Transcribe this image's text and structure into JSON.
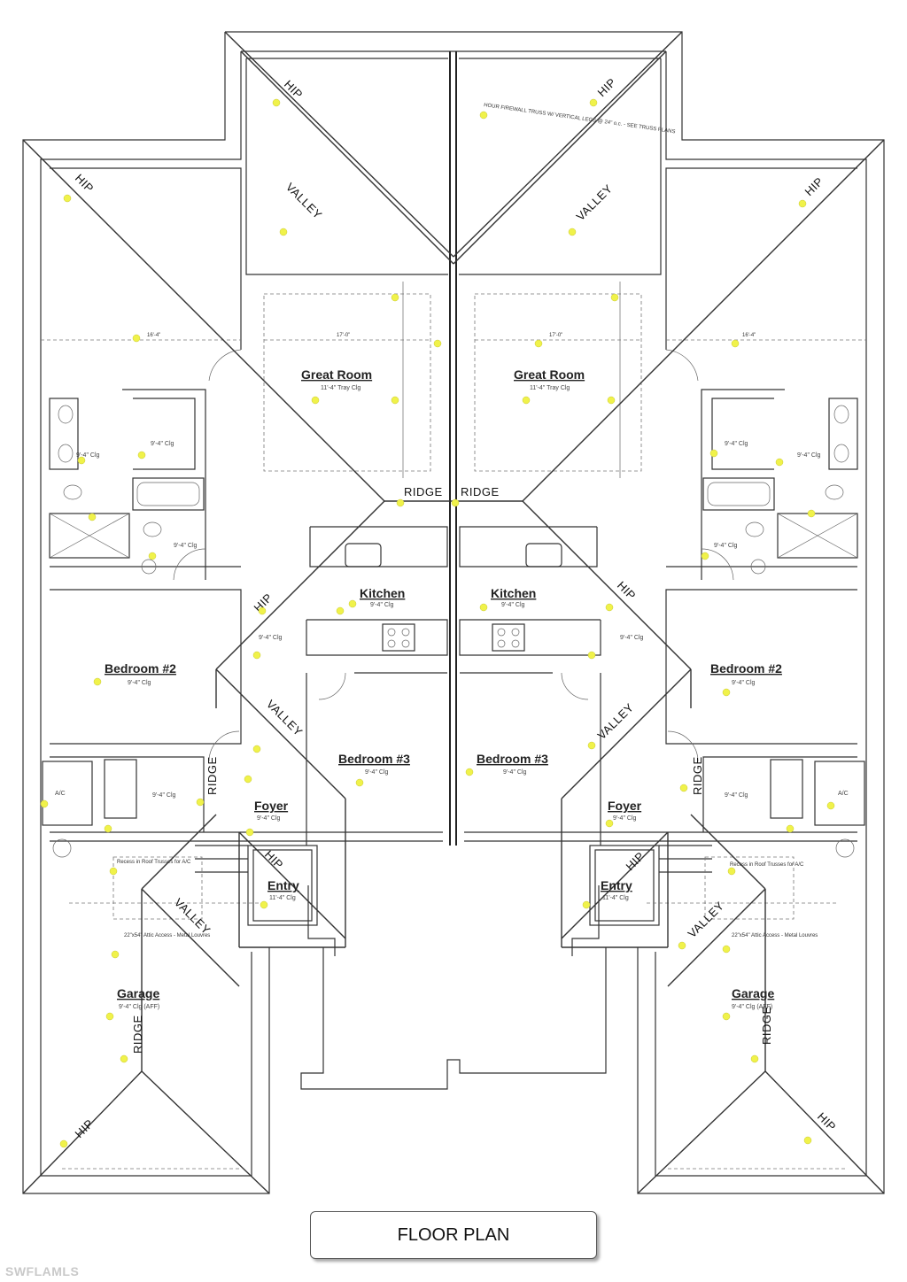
{
  "plan": {
    "roof_labels": {
      "hip": "HIP",
      "valley": "VALLEY",
      "ridge": "RIDGE"
    },
    "firewall_note": "HOUR FIREWALL TRUSS W/ VERTICAL LEGS @ 24\" o.c. - SEE TRUSS PLANS",
    "left_unit": {
      "great_room": "Great Room",
      "great_room_ceiling": "11'-4\" Tray Clg",
      "kitchen": "Kitchen",
      "kitchen_ceiling": "9'-4\" Clg",
      "bedroom2": "Bedroom #2",
      "bedroom2_ceiling": "9'-4\" Clg",
      "bedroom3": "Bedroom #3",
      "bedroom3_ceiling": "9'-4\" Clg",
      "foyer": "Foyer",
      "foyer_ceiling": "9'-4\" Clg",
      "entry": "Entry",
      "entry_ceiling": "11'-4\" Clg",
      "garage": "Garage",
      "garage_ceiling": "9'-4\" Clg (AFF)",
      "ac": "A/C",
      "recess_note": "Recess in Roof Trusses for A/C",
      "attic_note": "22\"x54\" Attic Access - Metal Louvres",
      "bath_ceiling": "9'-4\" Clg"
    },
    "right_unit": {
      "great_room": "Great Room",
      "great_room_ceiling": "11'-4\" Tray Clg",
      "kitchen": "Kitchen",
      "kitchen_ceiling": "9'-4\" Clg",
      "bedroom2": "Bedroom #2",
      "bedroom2_ceiling": "9'-4\" Clg",
      "bedroom3": "Bedroom #3",
      "bedroom3_ceiling": "9'-4\" Clg",
      "foyer": "Foyer",
      "foyer_ceiling": "9'-4\" Clg",
      "entry": "Entry",
      "entry_ceiling": "11'-4\" Clg",
      "garage": "Garage",
      "garage_ceiling": "9'-4\" Clg (AFF)",
      "ac": "A/C",
      "recess_note": "Recess in Roof Trusses for A/C",
      "attic_note": "22\"x54\" Attic Access - Metal Louvres",
      "bath_ceiling": "9'-4\" Clg"
    },
    "dimension_labels": {
      "great_room_width": "17'-0\"",
      "bedroom_width": "16'-4\""
    },
    "marker_color": "#f0f24a"
  },
  "title": "FLOOR PLAN",
  "watermark": "SWFLAMLS"
}
